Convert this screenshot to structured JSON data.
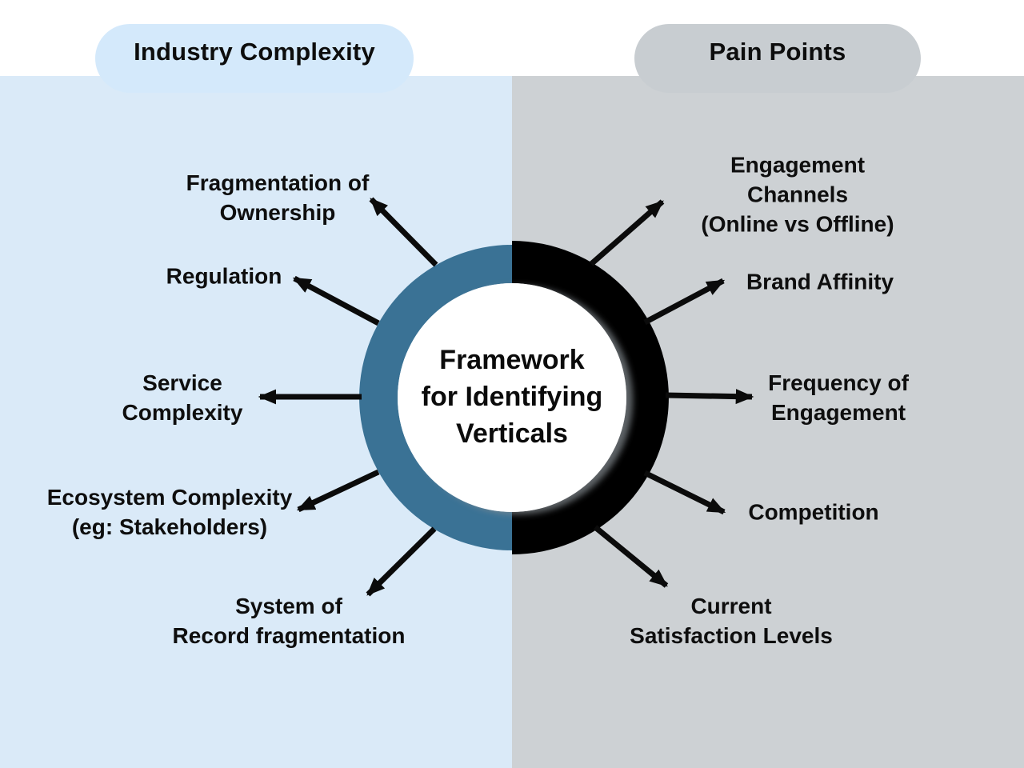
{
  "headers": {
    "left": "Industry Complexity",
    "right": "Pain Points"
  },
  "center": {
    "text": "Framework\nfor Identifying\nVerticals"
  },
  "spokes": {
    "left": [
      {
        "label": "Fragmentation of\nOwnership"
      },
      {
        "label": "Regulation"
      },
      {
        "label": "Service\nComplexity"
      },
      {
        "label": "Ecosystem Complexity\n(eg: Stakeholders)"
      },
      {
        "label": "System of\nRecord fragmentation"
      }
    ],
    "right": [
      {
        "label": "Engagement Channels\n(Online vs Offline)"
      },
      {
        "label": "Brand Affinity"
      },
      {
        "label": "Frequency of\nEngagement"
      },
      {
        "label": "Competition"
      },
      {
        "label": "Current\nSatisfaction Levels"
      }
    ]
  },
  "colors": {
    "left_panel": "#daeaf8",
    "left_pill": "#d4e9fb",
    "right_panel": "#cdd1d4",
    "right_pill": "#c8cdd1",
    "ring_left": "#3a7295",
    "ring_right": "#000000",
    "hub_fill": "#ffffff",
    "arrow": "#0b0b0b",
    "text": "#0e0e0e"
  }
}
